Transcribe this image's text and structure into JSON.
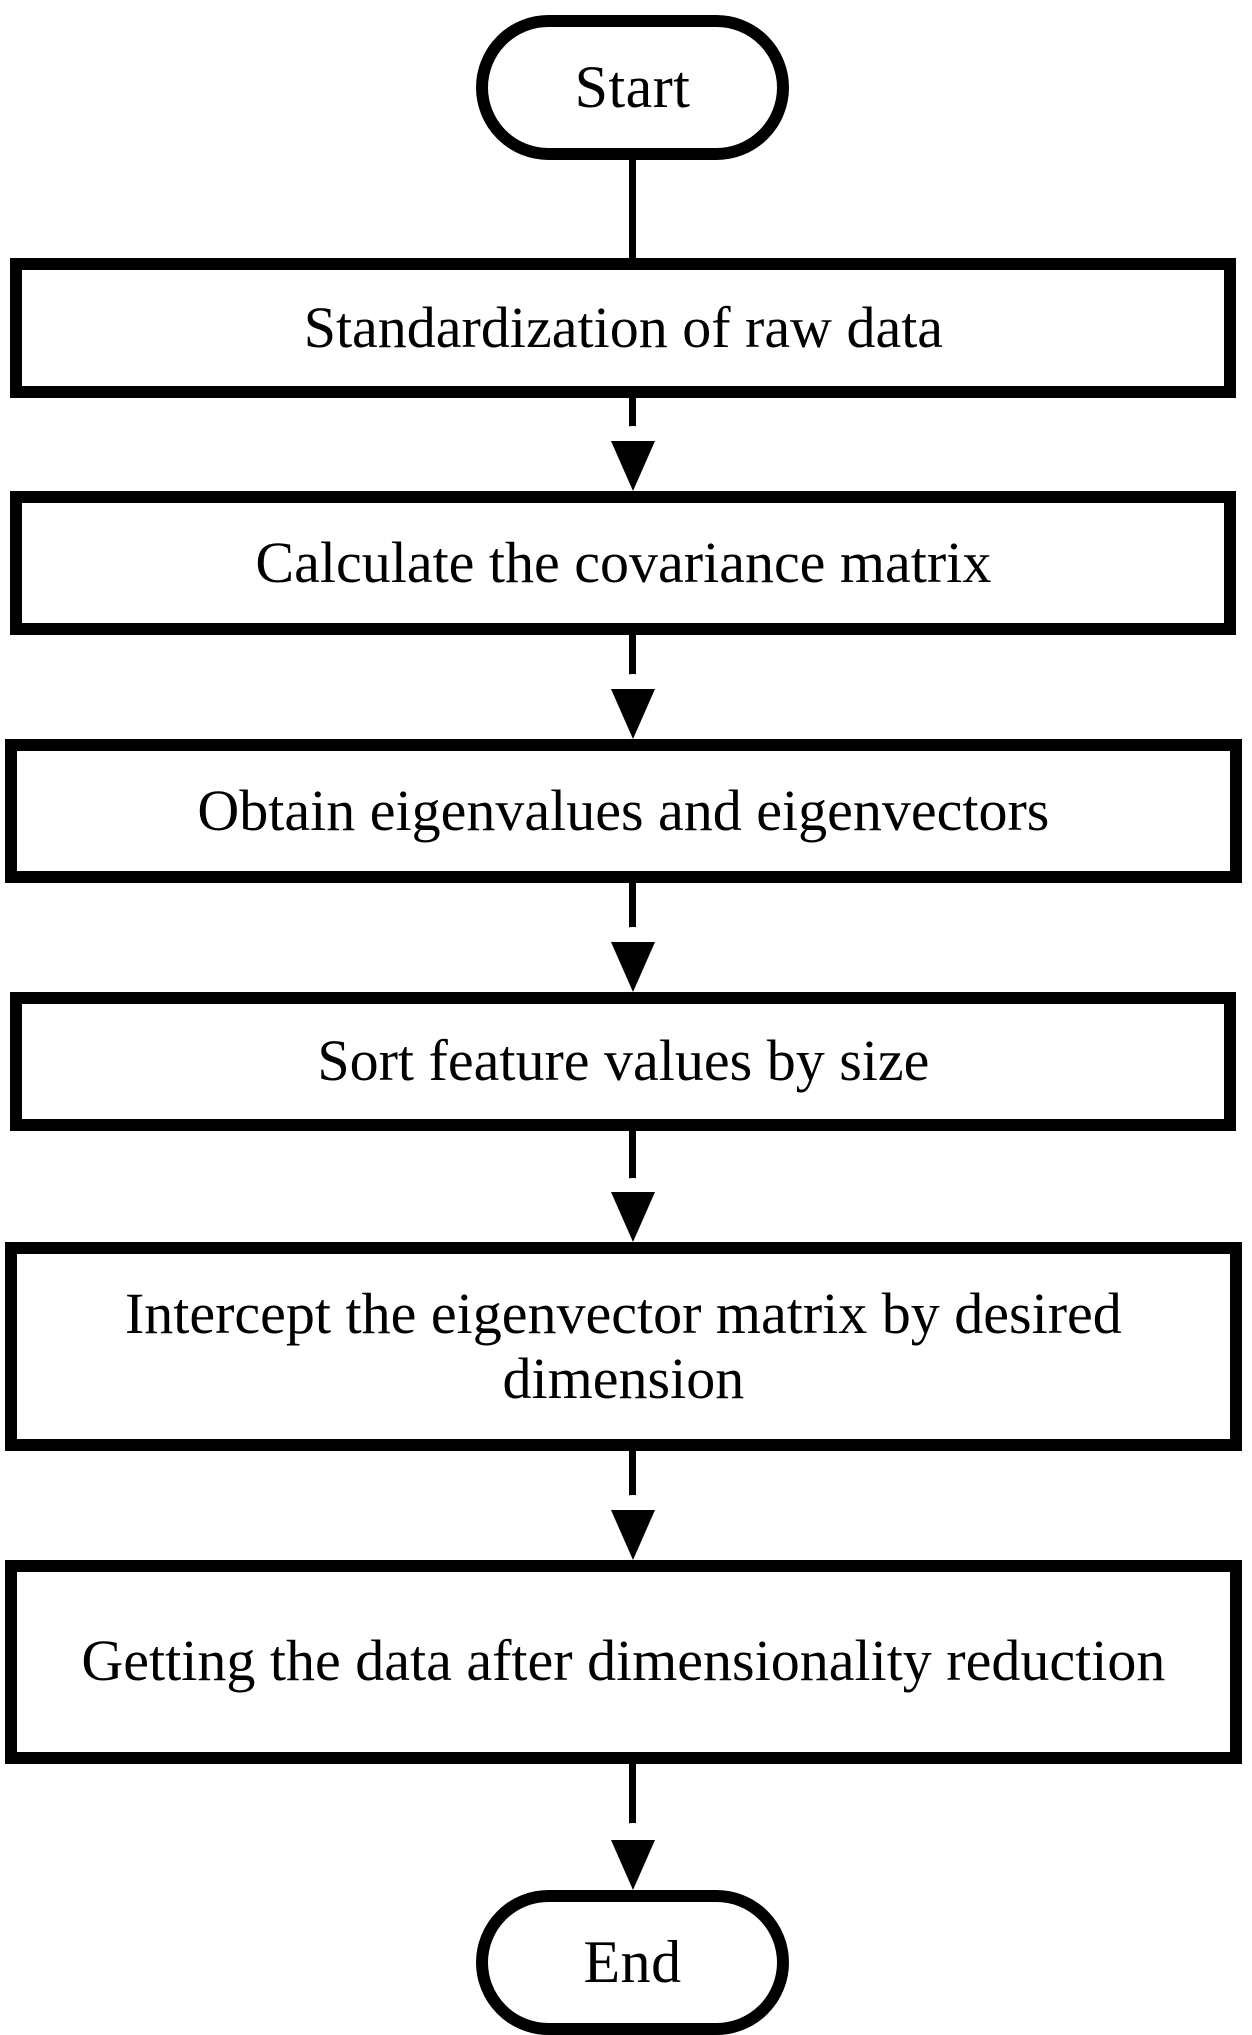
{
  "diagram": {
    "title": "PCA dimensionality reduction flowchart",
    "background_color": "#FFFFFF",
    "stroke_color": "#000000",
    "text_color": "#000000",
    "nodes": [
      {
        "id": "start",
        "type": "terminator",
        "label": "Start"
      },
      {
        "id": "step1",
        "type": "process",
        "label": "Standardization of raw data"
      },
      {
        "id": "step2",
        "type": "process",
        "label": "Calculate the covariance matrix"
      },
      {
        "id": "step3",
        "type": "process",
        "label": "Obtain eigenvalues and eigenvectors"
      },
      {
        "id": "step4",
        "type": "process",
        "label": "Sort feature values by size"
      },
      {
        "id": "step5",
        "type": "process",
        "label": "Intercept the eigenvector matrix by desired dimension"
      },
      {
        "id": "step6",
        "type": "process",
        "label": "Getting the data after dimensionality reduction"
      },
      {
        "id": "end",
        "type": "terminator",
        "label": "End"
      }
    ],
    "edges": [
      {
        "from": "start",
        "to": "step1"
      },
      {
        "from": "step1",
        "to": "step2"
      },
      {
        "from": "step2",
        "to": "step3"
      },
      {
        "from": "step3",
        "to": "step4"
      },
      {
        "from": "step4",
        "to": "step5"
      },
      {
        "from": "step5",
        "to": "step6"
      },
      {
        "from": "step6",
        "to": "end"
      }
    ]
  }
}
